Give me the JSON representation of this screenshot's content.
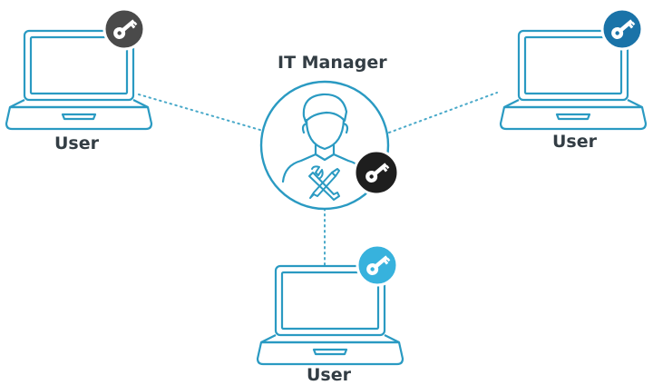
{
  "diagram": {
    "manager": {
      "title": "IT Manager",
      "badge_color": "#1e1e1e"
    },
    "users": [
      {
        "label": "User",
        "badge_color": "#4a4a4a"
      },
      {
        "label": "User",
        "badge_color": "#1a73a8"
      },
      {
        "label": "User",
        "badge_color": "#37b2dd"
      }
    ],
    "line_color": "#49a9c9",
    "stroke_color": "#2a9ac2",
    "icons": {
      "key": "key-icon",
      "laptop": "laptop-icon",
      "person": "person-icon",
      "tools": "wrench-screwdriver-icon"
    }
  }
}
